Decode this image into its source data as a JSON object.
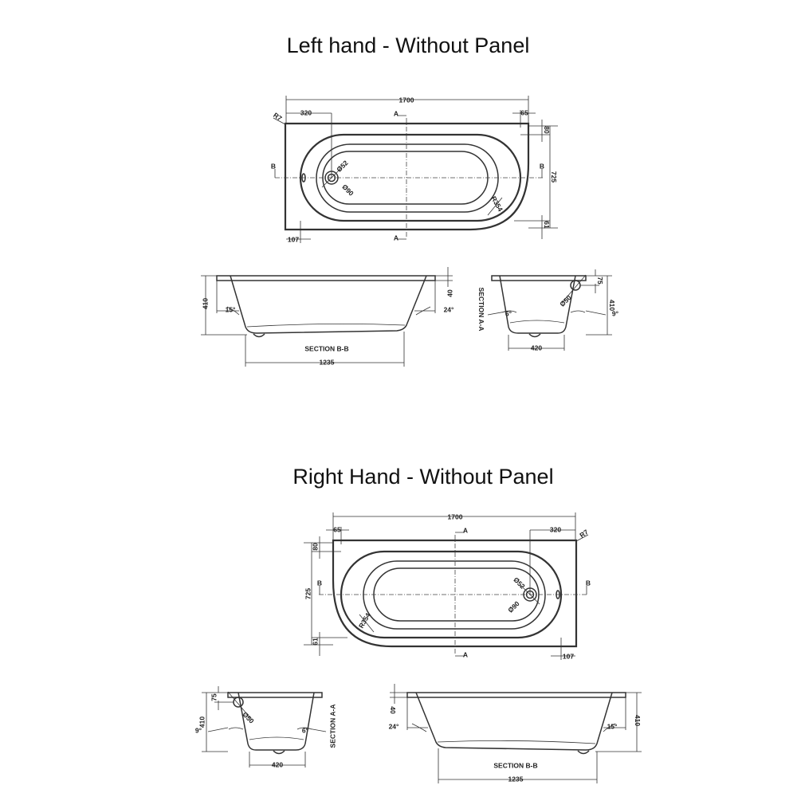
{
  "drawings": [
    {
      "id": "left",
      "title": "Left hand - Without Panel"
    },
    {
      "id": "right",
      "title": "Right Hand - Without Panel"
    }
  ],
  "labels": {
    "length": "1700",
    "waste_offset": "320",
    "end_rim": "65",
    "overflow_offset": "107",
    "section_a": "A",
    "section_b": "B",
    "corner_radius": "R7",
    "waste_dia": "Ø52",
    "waste_outer_dia": "Ø90",
    "end_radius": "R354",
    "width": "725",
    "side_rim_top": "80",
    "side_rim_bottom": "61",
    "depth": "410",
    "rim_height": "40",
    "angle_left": "15°",
    "angle_right": "24°",
    "section_bb": "SECTION B-B",
    "floor_length": "1235",
    "section_aa": "SECTION A-A",
    "overflow_dia": "Ø50",
    "overflow_height": "75",
    "angle_aa_left": "6°",
    "angle_aa_right": "9°",
    "floor_width": "420"
  }
}
